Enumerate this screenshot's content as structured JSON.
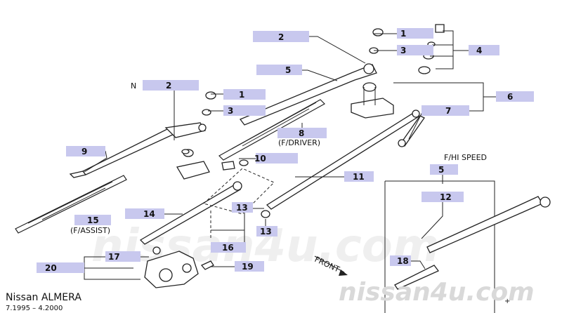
{
  "colors": {
    "callout_bg": "#c8c8ee",
    "line": "#222222",
    "watermark": "#d9d9d9"
  },
  "callouts": [
    {
      "id": "c2a",
      "text": "2"
    },
    {
      "id": "c1a",
      "text": "1"
    },
    {
      "id": "c3a",
      "text": "3"
    },
    {
      "id": "c4",
      "text": "4"
    },
    {
      "id": "c5a",
      "text": "5"
    },
    {
      "id": "c6",
      "text": "6"
    },
    {
      "id": "c2b",
      "text": "2"
    },
    {
      "id": "c1b",
      "text": "1"
    },
    {
      "id": "c3b",
      "text": "3"
    },
    {
      "id": "c7",
      "text": "7"
    },
    {
      "id": "c8",
      "text": "8"
    },
    {
      "id": "c9",
      "text": "9"
    },
    {
      "id": "c10",
      "text": "10"
    },
    {
      "id": "c11",
      "text": "11"
    },
    {
      "id": "c5b",
      "text": "5"
    },
    {
      "id": "c12",
      "text": "12"
    },
    {
      "id": "c13a",
      "text": "13"
    },
    {
      "id": "c13b",
      "text": "13"
    },
    {
      "id": "c14",
      "text": "14"
    },
    {
      "id": "c15",
      "text": "15"
    },
    {
      "id": "c16",
      "text": "16"
    },
    {
      "id": "c17",
      "text": "17"
    },
    {
      "id": "c18",
      "text": "18"
    },
    {
      "id": "c19",
      "text": "19"
    },
    {
      "id": "c20",
      "text": "20"
    }
  ],
  "texts": {
    "n_marker": "N",
    "f_driver": "(F/DRIVER)",
    "f_assist": "(F/ASSIST)",
    "hi_speed": "F/HI SPEED",
    "front": "FRONT",
    "model": "Nissan  ALMERA",
    "dates": "7.1995  –  4.2000",
    "watermark": "nissan4u.com",
    "watermark_center": "nissan4u.com"
  }
}
